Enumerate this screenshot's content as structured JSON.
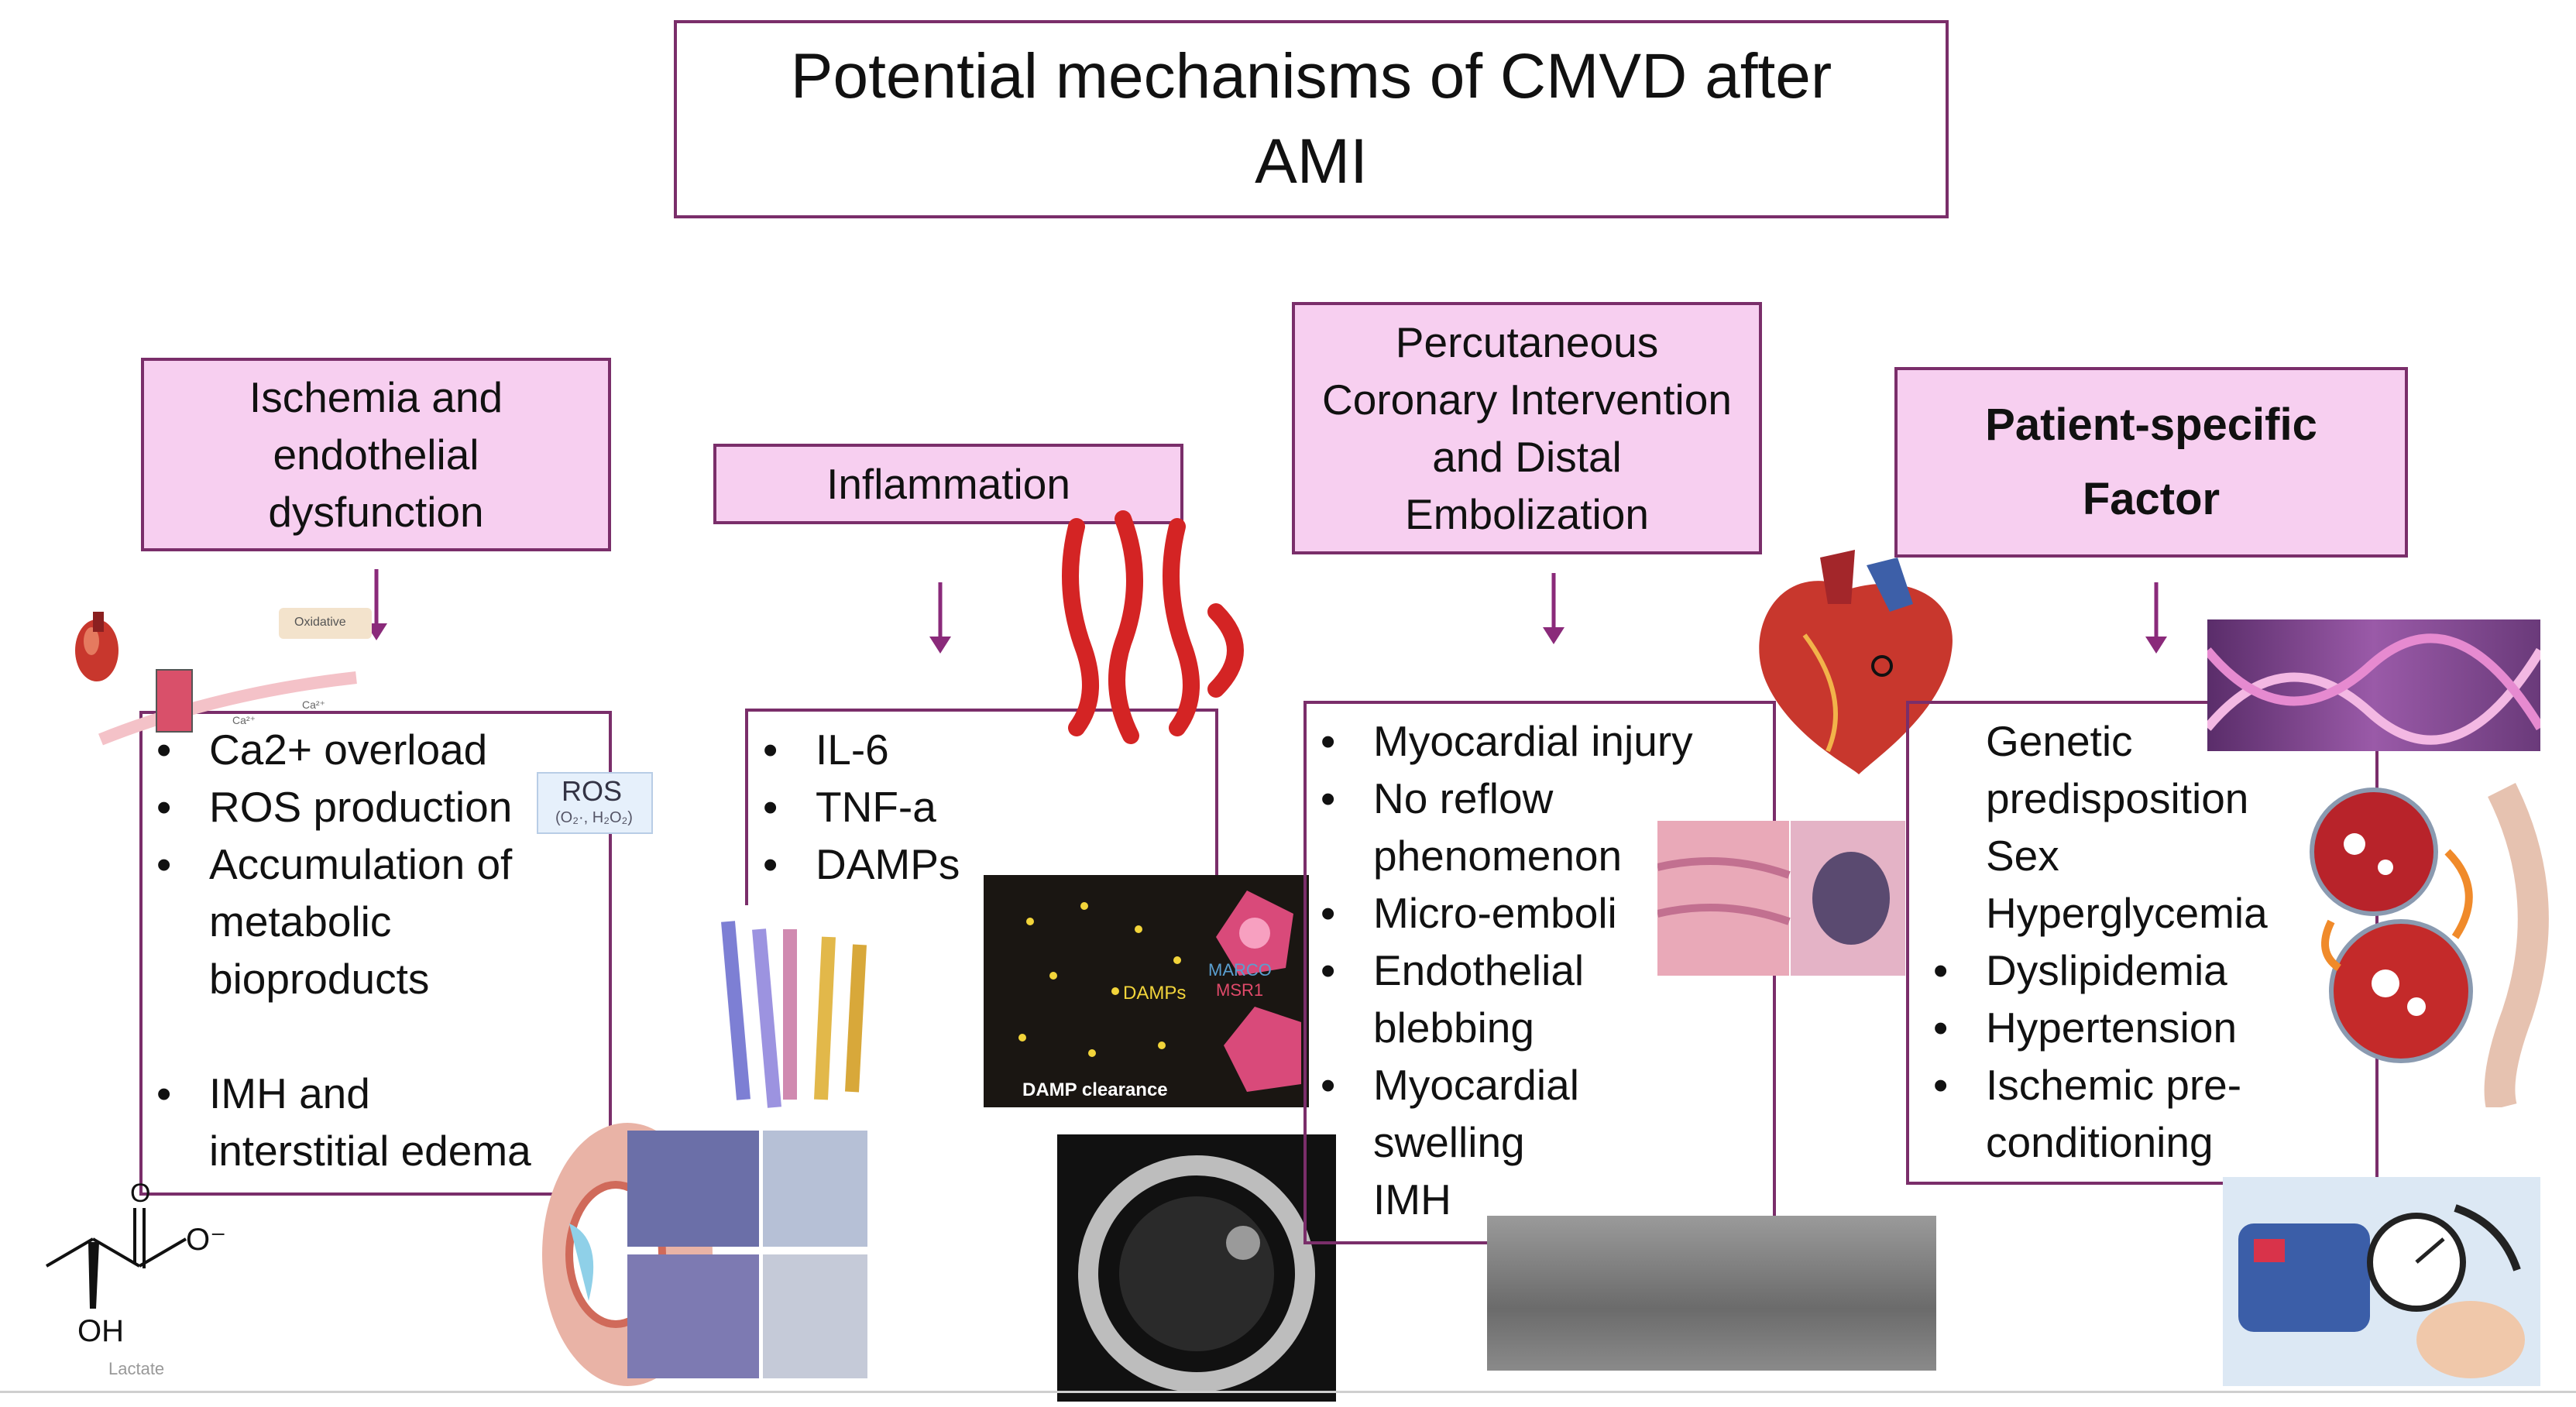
{
  "title": {
    "line1": "Potential mechanisms of CMVD after",
    "line2": "AMI"
  },
  "columns": [
    {
      "header": [
        "Ischemia and",
        "endothelial",
        "dysfunction"
      ],
      "items": [
        {
          "lines": [
            "Ca2+ overload"
          ]
        },
        {
          "lines": [
            "ROS production"
          ]
        },
        {
          "lines": [
            "Accumulation of",
            "metabolic",
            "bioproducts"
          ]
        },
        {
          "lines": [
            ""
          ]
        },
        {
          "lines": [
            "IMH and",
            "interstitial edema"
          ]
        }
      ]
    },
    {
      "header": [
        "Inflammation"
      ],
      "items": [
        {
          "lines": [
            "IL-6"
          ]
        },
        {
          "lines": [
            "TNF-a"
          ]
        },
        {
          "lines": [
            "DAMPs"
          ]
        }
      ]
    },
    {
      "header": [
        "Percutaneous",
        "Coronary Intervention",
        "and Distal",
        "Embolization"
      ],
      "items": [
        {
          "lines": [
            "Myocardial injury"
          ]
        },
        {
          "lines": [
            "No reflow",
            "phenomenon"
          ]
        },
        {
          "lines": [
            "Micro-emboli"
          ]
        },
        {
          "lines": [
            "Endothelial",
            "blebbing"
          ]
        },
        {
          "lines": [
            "Myocardial",
            "swelling"
          ]
        },
        {
          "lines": [
            "IMH"
          ]
        }
      ]
    },
    {
      "header": [
        "Patient-specific",
        "Factor"
      ],
      "items": [
        {
          "lines": [
            "Genetic",
            "predisposition"
          ]
        },
        {
          "lines": [
            "Sex"
          ]
        },
        {
          "lines": [
            "Hyperglycemia"
          ]
        },
        {
          "lines": [
            "Dyslipidemia"
          ]
        },
        {
          "lines": [
            "Hypertension"
          ]
        },
        {
          "lines": [
            "Ischemic pre-",
            "conditioning"
          ]
        }
      ]
    }
  ],
  "bullet": "•",
  "image_labels": {
    "ros": "ROS",
    "ros_sub": "(O₂·, H₂O₂)",
    "oxidative": "Oxidative",
    "damps": "DAMPs",
    "marco": "MARCO",
    "msr1": "MSR1",
    "damp_clearance": "DAMP clearance",
    "oh": "OH",
    "o_minus": "O⁻",
    "o": "O",
    "lactate": "Lactate"
  },
  "colors": {
    "border": "#7a2e6a",
    "header_fill": "#f7cff0",
    "arrow": "#8a2a7a"
  }
}
